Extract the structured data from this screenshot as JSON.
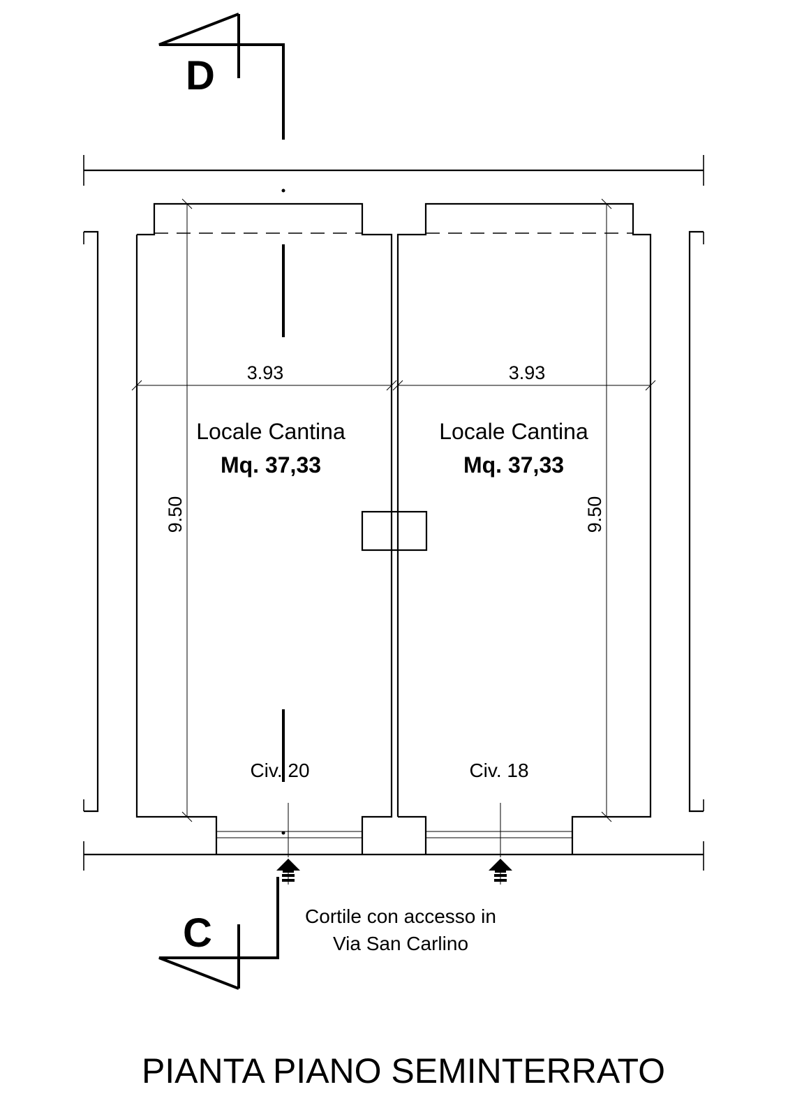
{
  "drawing_title": "PIANTA PIANO SEMINTERRATO",
  "section_markers": {
    "top": "D",
    "bottom": "C"
  },
  "rooms": [
    {
      "name": "Locale Cantina",
      "area": "Mq. 37,33",
      "width_dim": "3.93",
      "height_dim": "9.50",
      "entrance": "Civ. 20"
    },
    {
      "name": "Locale Cantina",
      "area": "Mq. 37,33",
      "width_dim": "3.93",
      "height_dim": "9.50",
      "entrance": "Civ. 18"
    }
  ],
  "access_note": {
    "line1": "Cortile con accesso in",
    "line2": "Via San Carlino"
  }
}
